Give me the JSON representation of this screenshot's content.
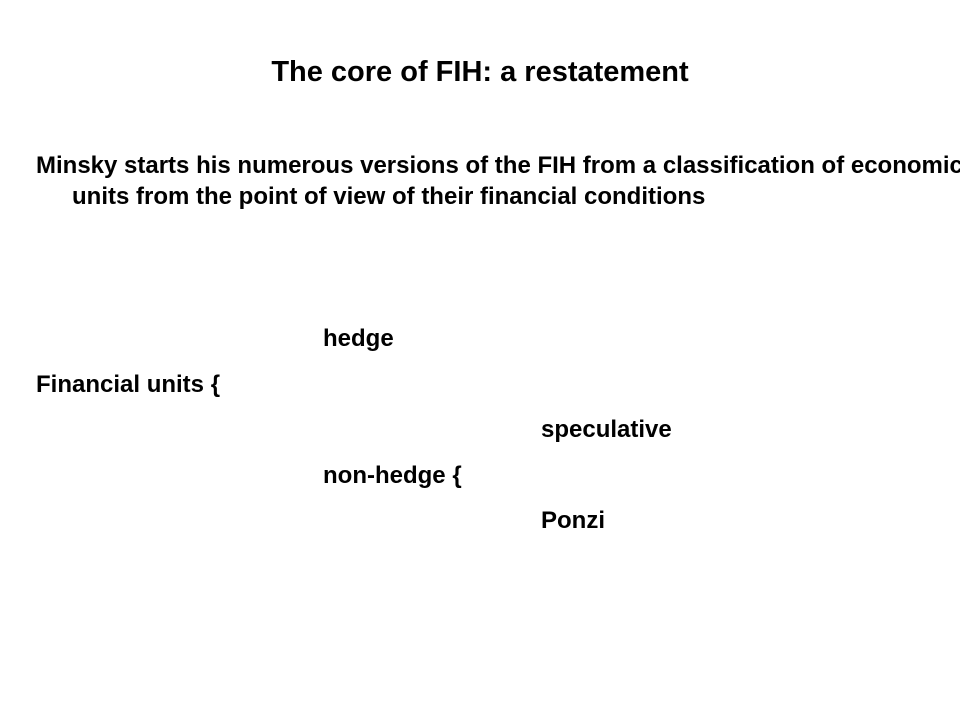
{
  "slide": {
    "title": "The core of FIH: a restatement",
    "intro": "Minsky starts his numerous versions of the FIH from a classification of economic units from the point of view of their financial conditions",
    "classification": {
      "hedge": "hedge",
      "financial_units": "Financial units {",
      "speculative": "speculative",
      "non_hedge": "non-hedge {",
      "ponzi": "Ponzi"
    }
  }
}
